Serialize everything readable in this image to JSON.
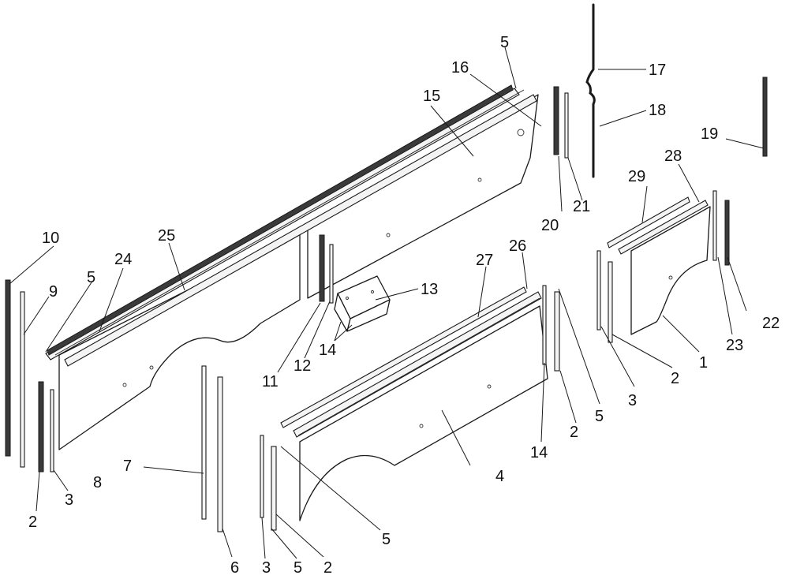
{
  "callouts": {
    "c1": "1",
    "c2a": "2",
    "c2b": "2",
    "c2c": "2",
    "c2d": "2",
    "c3a": "3",
    "c3b": "3",
    "c3c": "3",
    "c4": "4",
    "c5a": "5",
    "c5b": "5",
    "c5c": "5",
    "c5d": "5",
    "c5e": "5",
    "c6": "6",
    "c7": "7",
    "c8": "8",
    "c9": "9",
    "c10": "10",
    "c11": "11",
    "c12": "12",
    "c13": "13",
    "c14a": "14",
    "c14b": "14",
    "c15": "15",
    "c16": "16",
    "c17": "17",
    "c18": "18",
    "c19": "19",
    "c20": "20",
    "c21": "21",
    "c22": "22",
    "c23": "23",
    "c24": "24",
    "c25": "25",
    "c26": "26",
    "c27": "27",
    "c28": "28",
    "c29": "29"
  }
}
